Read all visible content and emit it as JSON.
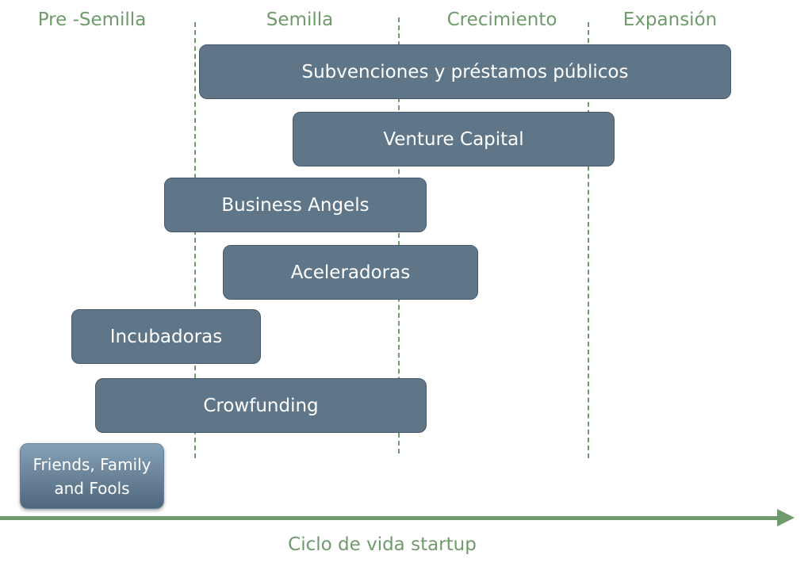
{
  "stages": [
    "Pre -Semilla",
    "Semilla",
    "Crecimiento",
    "Expansión"
  ],
  "bars": {
    "subvenciones": "Subvenciones y préstamos públicos",
    "venture": "Venture Capital",
    "angels": "Business Angels",
    "aceleradoras": "Aceleradoras",
    "incubadoras": "Incubadoras",
    "crowfunding": "Crowfunding",
    "fff": "Friends, Family and Fools"
  },
  "axis": {
    "label": "Ciclo de vida startup"
  },
  "colors": {
    "bar": "#5f7689",
    "bar_border": "#48596a",
    "stage_text": "#6f9a6b",
    "axis": "#6f9a6b"
  }
}
